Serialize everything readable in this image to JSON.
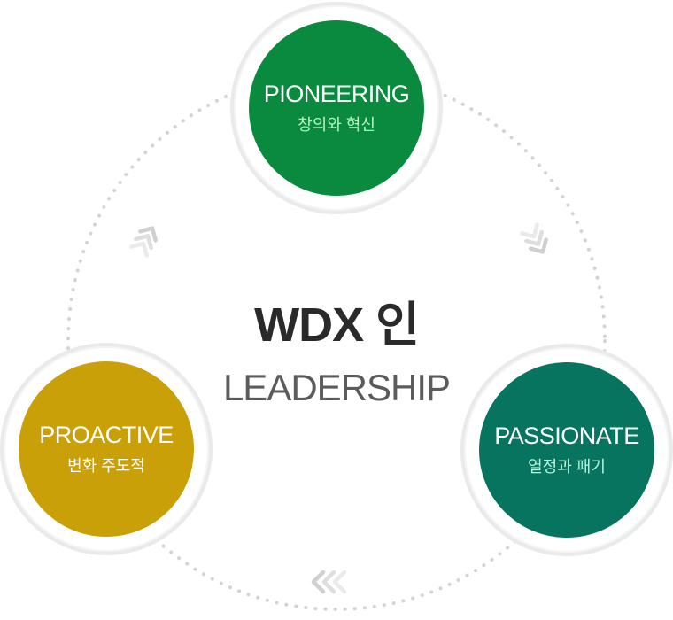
{
  "center": {
    "title": "WDX 인",
    "subtitle": "LEADERSHIP"
  },
  "nodes": [
    {
      "id": "pioneering",
      "en": "PIONEERING",
      "ko": "창의와 혁신",
      "color": "#0a8a3e",
      "sub_color": "#b7f5c3"
    },
    {
      "id": "proactive",
      "en": "PROACTIVE",
      "ko": "변화 주도적",
      "color": "#c9a008",
      "sub_color": "#ffffff"
    },
    {
      "id": "passionate",
      "en": "PASSIONATE",
      "ko": "열정과 패기",
      "color": "#07745f",
      "sub_color": "#b7f5e0"
    }
  ],
  "colors": {
    "ring_dots": "#d4d4d4",
    "arrow": "#d0d0d0",
    "node_border": "#e8ebea"
  },
  "icons": [
    "chevron-arrow-down-right-icon",
    "chevron-arrow-left-icon",
    "chevron-arrow-up-right-icon"
  ]
}
